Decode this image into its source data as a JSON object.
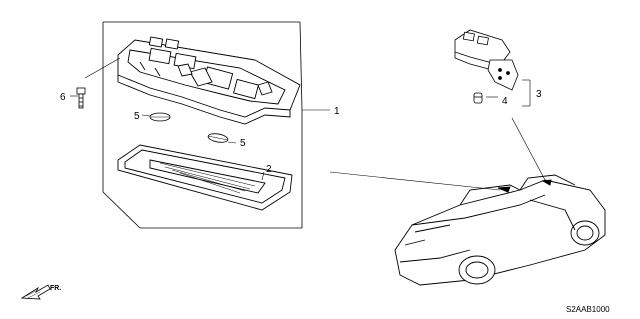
{
  "diagram": {
    "callouts": [
      "1",
      "2",
      "3",
      "4",
      "5",
      "5",
      "6"
    ],
    "direction_label": "FR.",
    "diagram_code": "S2AAB1000"
  }
}
